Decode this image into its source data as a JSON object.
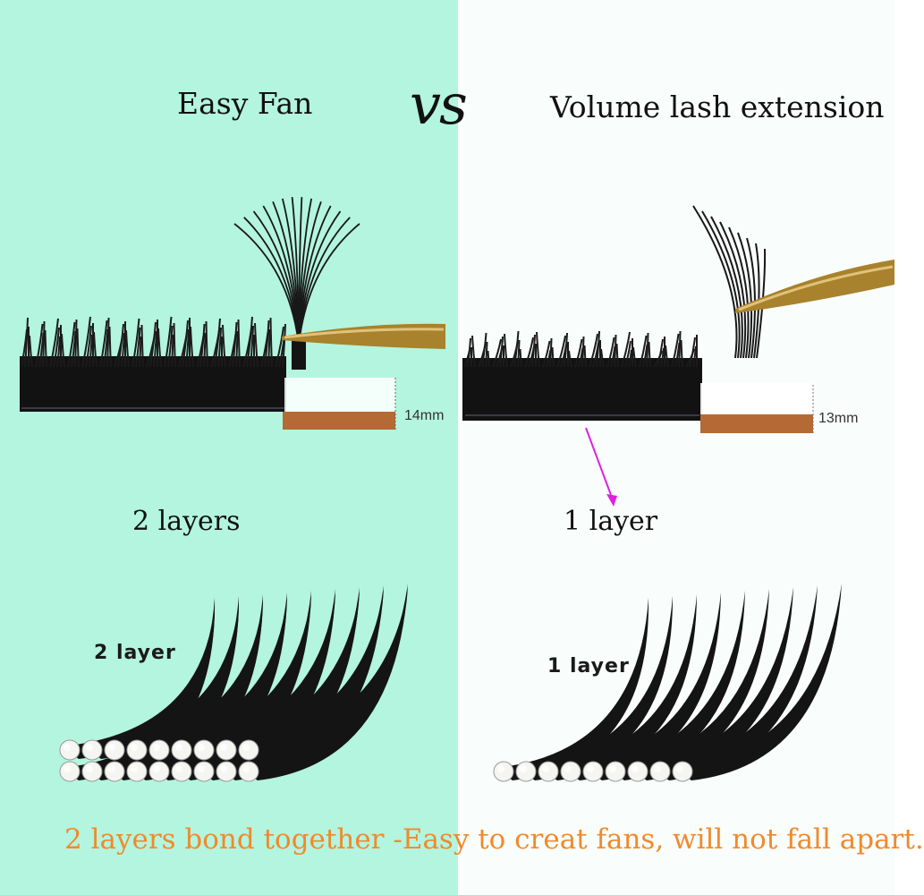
{
  "colors": {
    "left_background": "#b3f5df",
    "right_background": "#f9fdfc",
    "footer_text": "#f08a2c",
    "arrow": "#e020e0",
    "lash": "#141414",
    "tweezer": "#a8822c",
    "strip": "#b56a35"
  },
  "left": {
    "title": "Easy Fan",
    "strip_length": "14mm",
    "layers_caption": "2 layers",
    "diagram_label": "2 layer"
  },
  "vs": "VS",
  "right": {
    "title": "Volume lash extension",
    "strip_length": "13mm",
    "layers_caption": "1 layer",
    "diagram_label": "1 layer"
  },
  "footer": "2 layers bond together -Easy to creat fans, will not fall apart."
}
